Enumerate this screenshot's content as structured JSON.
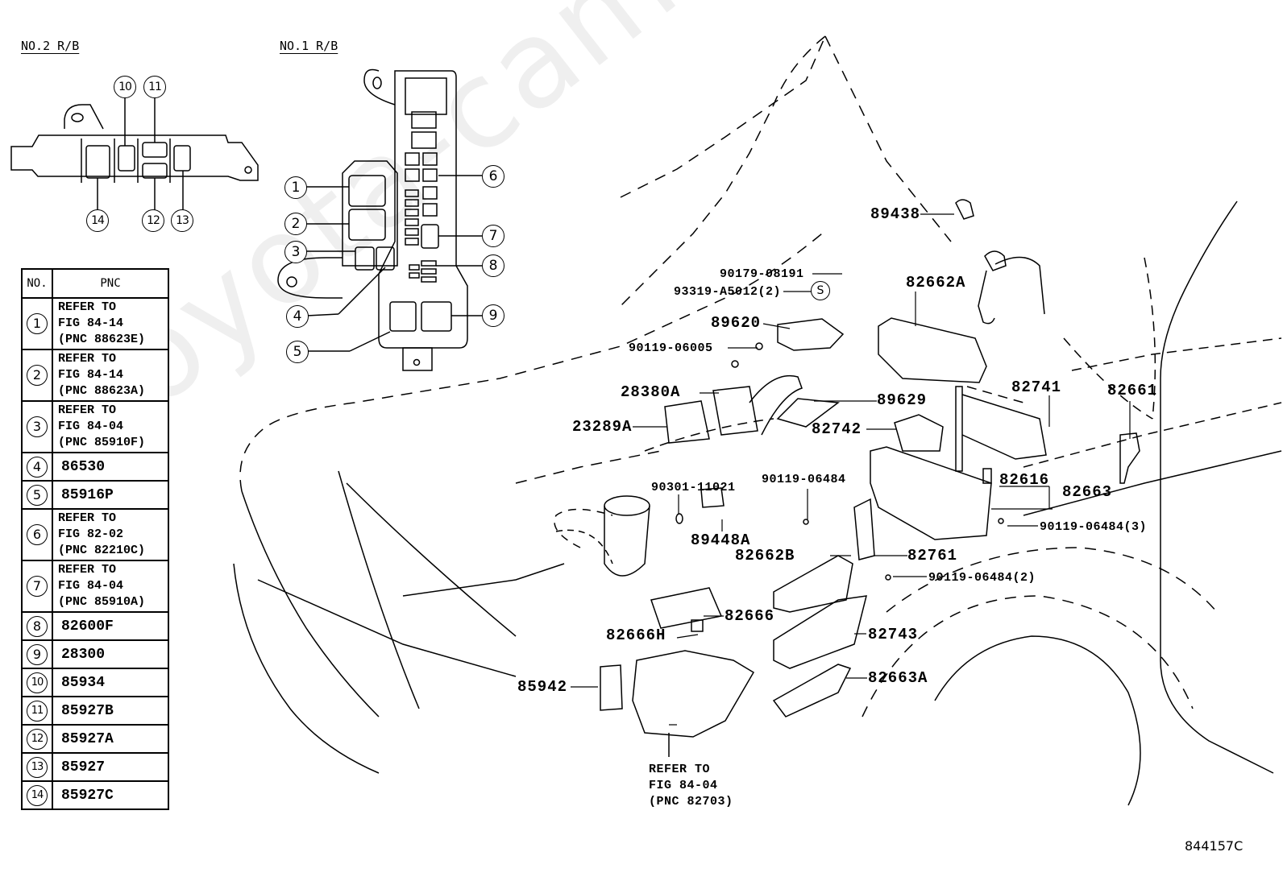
{
  "watermark": "toyota-camry.ru",
  "figure_code": "844157C",
  "relay_block_2": {
    "title": "NO.2 R/B",
    "callouts": [
      "10",
      "11",
      "12",
      "13",
      "14"
    ]
  },
  "relay_block_1": {
    "title": "NO.1 R/B",
    "callouts": [
      "1",
      "2",
      "3",
      "4",
      "5",
      "6",
      "7",
      "8",
      "9"
    ]
  },
  "pnc_table": {
    "headers": {
      "no": "NO.",
      "pnc": "PNC"
    },
    "rows": [
      {
        "no": "1",
        "lines": [
          "REFER TO",
          "FIG 84-14",
          "(PNC 88623E)"
        ]
      },
      {
        "no": "2",
        "lines": [
          "REFER TO",
          "FIG 84-14",
          "(PNC 88623A)"
        ]
      },
      {
        "no": "3",
        "lines": [
          "REFER TO",
          "FIG 84-04",
          "(PNC 85910F)"
        ]
      },
      {
        "no": "4",
        "lines": [
          "86530"
        ]
      },
      {
        "no": "5",
        "lines": [
          "85916P"
        ]
      },
      {
        "no": "6",
        "lines": [
          "REFER TO",
          "FIG 82-02",
          "(PNC 82210C)"
        ]
      },
      {
        "no": "7",
        "lines": [
          "REFER TO",
          "FIG 84-04",
          "(PNC 85910A)"
        ]
      },
      {
        "no": "8",
        "lines": [
          "82600F"
        ]
      },
      {
        "no": "9",
        "lines": [
          "28300"
        ]
      },
      {
        "no": "10",
        "lines": [
          "85934"
        ]
      },
      {
        "no": "11",
        "lines": [
          "85927B"
        ]
      },
      {
        "no": "12",
        "lines": [
          "85927A"
        ]
      },
      {
        "no": "13",
        "lines": [
          "85927"
        ]
      },
      {
        "no": "14",
        "lines": [
          "85927C"
        ]
      }
    ]
  },
  "part_labels": {
    "p89438": "89438",
    "p90179": "90179-08191",
    "p93319": "93319-A5012(2)",
    "s_marker": "S",
    "p82662A": "82662A",
    "p89620": "89620",
    "p90119_06005": "90119-06005",
    "p28380A": "28380A",
    "p89629": "89629",
    "p23289A": "23289A",
    "p82742": "82742",
    "p82741": "82741",
    "p82661": "82661",
    "p90119_06484": "90119-06484",
    "p82616": "82616",
    "p82663": "82663",
    "p90301": "90301-11021",
    "p89448A": "89448A",
    "p90119_06484_3": "90119-06484(3)",
    "p82662B": "82662B",
    "p82761": "82761",
    "p90119_06484_2": "90119-06484(2)",
    "p82666": "82666",
    "p82666H": "82666H",
    "p82743": "82743",
    "p85942": "85942",
    "p82663A": "82663A",
    "refer_lines": [
      "REFER TO",
      "FIG 84-04",
      "(PNC 82703)"
    ]
  }
}
